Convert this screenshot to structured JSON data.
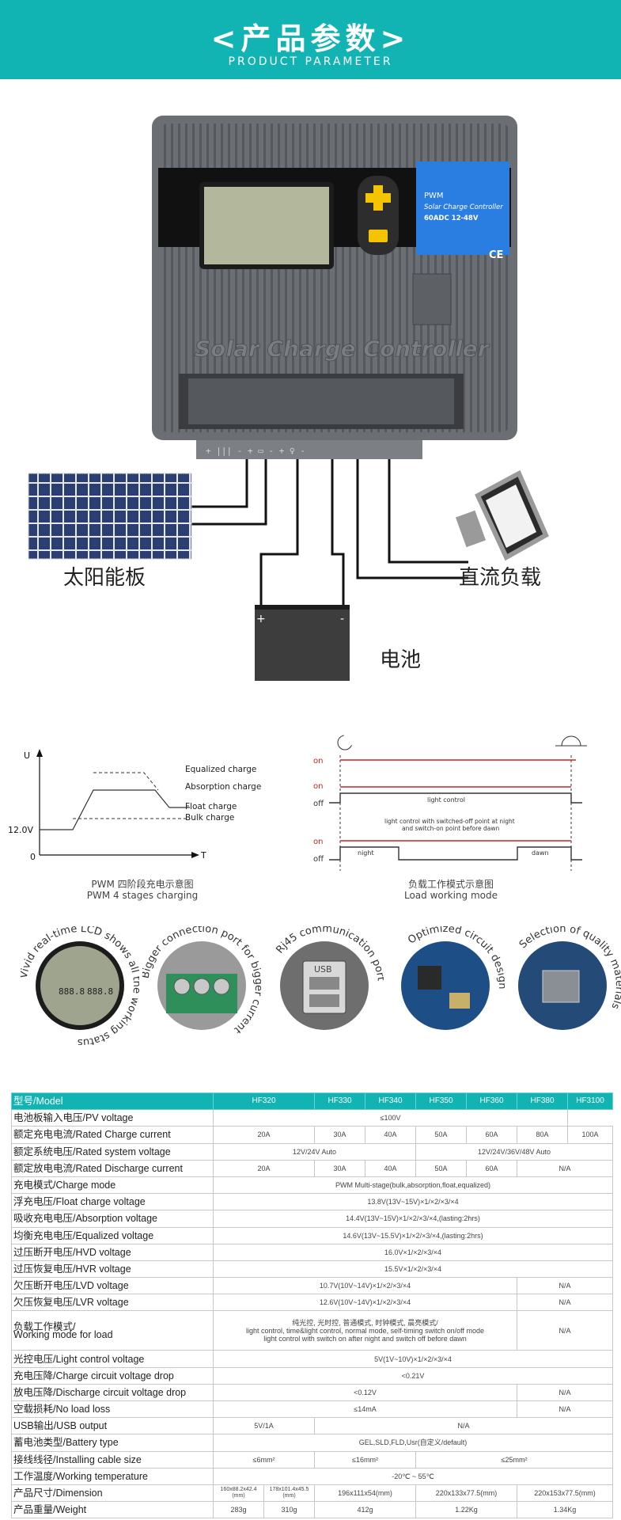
{
  "header": {
    "title": "<产品参数>",
    "subtitle": "PRODUCT PARAMETER"
  },
  "controller": {
    "panel_line1": "PWM",
    "panel_line2": "Solar Charge Controller",
    "panel_line3": "60ADC 12-48V",
    "panel_ce": "CE",
    "body_text": "Solar Charge Controller",
    "terminal_labels": "+ ||| -  + ▭ -  + ♀ -"
  },
  "diagram_labels": {
    "solar_panel": "太阳能板",
    "dc_load": "直流负载",
    "battery": "电池",
    "battery_plus": "+",
    "battery_minus": "-"
  },
  "charge_chart": {
    "y_axis": "U",
    "x_axis": "T",
    "origin": "0",
    "voltage": "12.0V",
    "legend": [
      "Equalized charge",
      "Absorption charge",
      "Float charge",
      "Bulk charge"
    ],
    "caption_cn": "PWM 四阶段充电示意图",
    "caption_en": "PWM 4 stages charging"
  },
  "load_chart": {
    "on": "on",
    "off": "off",
    "light_control": "light control",
    "note_line1": "light control with switched-off point at night",
    "note_line2": "and switch-on point before dawn",
    "night": "night",
    "dawn": "dawn",
    "caption_cn": "负载工作模式示意图",
    "caption_en": "Load working mode"
  },
  "features": [
    {
      "text": "Vivid real-time LCD shows all the working status",
      "lcd1": "888.8",
      "lcd2": "888.8"
    },
    {
      "text": "Bigger connection port for bigger current"
    },
    {
      "text": "Rj45 communication port",
      "usb": "USB"
    },
    {
      "text": "Optimized circuit design"
    },
    {
      "text": "Selection of quality materials"
    }
  ],
  "table": {
    "header": {
      "label": "型号/Model",
      "models": [
        "HF320",
        "HF330",
        "HF340",
        "HF350",
        "HF360",
        "HF380",
        "HF3100"
      ]
    },
    "rows": [
      {
        "label": "电池板输入电压/PV voltage",
        "cells": [
          {
            "v": "≤100V",
            "span": 7
          }
        ]
      },
      {
        "label": "额定充电电流/Rated Charge current",
        "cells": [
          {
            "v": "20A",
            "span": 2
          },
          {
            "v": "30A",
            "span": 1
          },
          {
            "v": "40A",
            "span": 1
          },
          {
            "v": "50A",
            "span": 1
          },
          {
            "v": "60A",
            "span": 1
          },
          {
            "v": "80A",
            "span": 1
          },
          {
            "v": "100A",
            "span": 1
          }
        ]
      },
      {
        "label": "额定系统电压/Rated system voltage",
        "cells": [
          {
            "v": "12V/24V Auto",
            "span": 4
          },
          {
            "v": "12V/24V/36V/48V Auto",
            "span": 4
          }
        ]
      },
      {
        "label": "额定放电电流/Rated Discharge current",
        "cells": [
          {
            "v": "20A",
            "span": 2
          },
          {
            "v": "30A",
            "span": 1
          },
          {
            "v": "40A",
            "span": 1
          },
          {
            "v": "50A",
            "span": 1
          },
          {
            "v": "60A",
            "span": 1
          },
          {
            "v": "N/A",
            "span": 2
          }
        ]
      },
      {
        "label": "充电模式/Charge mode",
        "cells": [
          {
            "v": "PWM Multi-stage(bulk,absorption,float,equalized)",
            "span": 8
          }
        ]
      },
      {
        "label": "浮充电压/Float charge voltage",
        "cells": [
          {
            "v": "13.8V(13V~15V)×1/×2/×3/×4",
            "span": 8
          }
        ]
      },
      {
        "label": "吸收充电电压/Absorption voltage",
        "cells": [
          {
            "v": "14.4V(13V~15V)×1/×2/×3/×4,(lasting:2hrs)",
            "span": 8
          }
        ]
      },
      {
        "label": "均衡充电电压/Equalized voltage",
        "cells": [
          {
            "v": "14.6V(13V~15.5V)×1/×2/×3/×4,(lasting:2hrs)",
            "span": 8
          }
        ]
      },
      {
        "label": "过压断开电压/HVD voltage",
        "cells": [
          {
            "v": "16.0V×1/×2/×3/×4",
            "span": 8
          }
        ]
      },
      {
        "label": "过压恢复电压/HVR voltage",
        "cells": [
          {
            "v": "15.5V×1/×2/×3/×4",
            "span": 8
          }
        ]
      },
      {
        "label": "欠压断开电压/LVD voltage",
        "cells": [
          {
            "v": "10.7V(10V~14V)×1/×2/×3/×4",
            "span": 6
          },
          {
            "v": "N/A",
            "span": 2
          }
        ]
      },
      {
        "label": "欠压恢复电压/LVR voltage",
        "cells": [
          {
            "v": "12.6V(10V~14V)×1/×2/×3/×4",
            "span": 6
          },
          {
            "v": "N/A",
            "span": 2
          }
        ]
      },
      {
        "label": "负载工作模式/\nWorking mode for load",
        "tall": true,
        "cells": [
          {
            "v": "纯光控, 光时控, 普通模式, 时钟模式, 晨亮模式/\nlight control, time&light control, normal mode, self-timing switch on/off mode\nlight control with switch on after night and switch off before dawn",
            "span": 6
          },
          {
            "v": "N/A",
            "span": 2
          }
        ]
      },
      {
        "label": "光控电压/Light control voltage",
        "cells": [
          {
            "v": "5V(1V~10V)×1/×2/×3/×4",
            "span": 8
          }
        ]
      },
      {
        "label": "充电压降/Charge circuit voltage drop",
        "cells": [
          {
            "v": "<0.21V",
            "span": 8
          }
        ]
      },
      {
        "label": "放电压降/Discharge circuit voltage drop",
        "cells": [
          {
            "v": "<0.12V",
            "span": 6
          },
          {
            "v": "N/A",
            "span": 2
          }
        ]
      },
      {
        "label": "空载损耗/No load loss",
        "cells": [
          {
            "v": "≤14mA",
            "span": 6
          },
          {
            "v": "N/A",
            "span": 2
          }
        ]
      },
      {
        "label": "USB输出/USB output",
        "cells": [
          {
            "v": "5V/1A",
            "span": 2
          },
          {
            "v": "N/A",
            "span": 6
          }
        ]
      },
      {
        "label": "蓄电池类型/Battery type",
        "cells": [
          {
            "v": "GEL,SLD,FLD,Usr(自定义/default)",
            "span": 8
          }
        ]
      },
      {
        "label": "接线线径/Installing cable size",
        "cells": [
          {
            "v": "≤6mm²",
            "span": 2
          },
          {
            "v": "≤16mm²",
            "span": 2
          },
          {
            "v": "≤25mm²",
            "span": 4
          }
        ]
      },
      {
        "label": "工作温度/Working temperature",
        "cells": [
          {
            "v": "-20℃ ~ 55℃",
            "span": 8
          }
        ]
      },
      {
        "label": "产品尺寸/Dimension",
        "cells": [
          {
            "v": "160x88.2x42.4\n(mm)",
            "span": 1,
            "small": true
          },
          {
            "v": "178x101.4x45.5\n(mm)",
            "span": 1,
            "small": true
          },
          {
            "v": "196x111x54(mm)",
            "span": 2
          },
          {
            "v": "220x133x77.5(mm)",
            "span": 2
          },
          {
            "v": "220x153x77.5(mm)",
            "span": 2
          }
        ]
      },
      {
        "label": "产品重量/Weight",
        "cells": [
          {
            "v": "283g",
            "span": 1
          },
          {
            "v": "310g",
            "span": 1
          },
          {
            "v": "412g",
            "span": 2
          },
          {
            "v": "1.22Kg",
            "span": 2
          },
          {
            "v": "1.34Kg",
            "span": 2
          }
        ]
      }
    ]
  },
  "colors": {
    "teal": "#12b3b3",
    "red": "#cc2222",
    "blue": "#2a7de1",
    "yellow": "#f4c400"
  }
}
